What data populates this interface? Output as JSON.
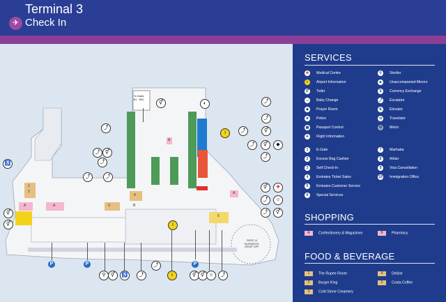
{
  "header": {
    "terminal": "Terminal 3",
    "section": "Check In",
    "icon": "airplane-icon"
  },
  "colors": {
    "header": "#2a3e95",
    "stripe": "#8c3f96",
    "sidebar": "#1f3c8c",
    "map_bg": "#dbe6f1"
  },
  "map": {
    "gates_label": "To Gates\nB1 - B33",
    "dropoff_labels": [
      "FIRST &",
      "BUSINESS",
      "DROP OFF"
    ],
    "shop_codes": [
      "A",
      "A",
      "A",
      "A",
      "B"
    ],
    "fb_codes": [
      "1",
      "2",
      "3",
      "4",
      "5"
    ],
    "parking_label": "P"
  },
  "sidebar": {
    "services_title": "SERVICES",
    "services": [
      {
        "label": "Medical Centre",
        "icon": "medical-cross-icon",
        "col": 0
      },
      {
        "label": "Airport Information",
        "icon": "info-icon",
        "col": 0
      },
      {
        "label": "Toilet",
        "icon": "toilet-icon",
        "col": 0
      },
      {
        "label": "Baby Change",
        "icon": "baby-change-icon",
        "col": 0
      },
      {
        "label": "Prayer Room",
        "icon": "prayer-room-icon",
        "col": 0
      },
      {
        "label": "Police",
        "icon": "police-icon",
        "col": 0
      },
      {
        "label": "Passport Control",
        "icon": "passport-control-icon",
        "col": 0
      },
      {
        "label": "Flight Information",
        "icon": "flight-information-icon",
        "col": 0
      },
      {
        "label": "Stroller",
        "icon": "stroller-icon",
        "col": 1
      },
      {
        "label": "Unaccompanied Minors",
        "icon": "unaccompanied-minors-icon",
        "col": 1
      },
      {
        "label": "Currency Exchange",
        "icon": "currency-exchange-icon",
        "col": 1
      },
      {
        "label": "Escalator",
        "icon": "escalator-icon",
        "col": 1
      },
      {
        "label": "Elevator",
        "icon": "elevator-icon",
        "col": 1
      },
      {
        "label": "Travelator",
        "icon": "travelator-icon",
        "col": 1
      },
      {
        "label": "Metro",
        "icon": "metro-icon",
        "col": 1
      }
    ],
    "numbered_left": [
      {
        "num": "1",
        "label": "E-Gate"
      },
      {
        "num": "2",
        "label": "Excess Bag Cashier"
      },
      {
        "num": "3",
        "label": "Self Check-In"
      },
      {
        "num": "4",
        "label": "Emirates Ticket Sales"
      },
      {
        "num": "5",
        "label": "Emirates Customer Service"
      },
      {
        "num": "6",
        "label": "Special Services"
      }
    ],
    "numbered_right": [
      {
        "num": "7",
        "label": "Marhaba"
      },
      {
        "num": "8",
        "label": "Ahlan"
      },
      {
        "num": "9",
        "label": "Visa Cancellation"
      },
      {
        "num": "10",
        "label": "Immigration Office"
      }
    ],
    "shopping_title": "SHOPPING",
    "shopping": [
      {
        "code": "A",
        "label": "Confectionery & Magazines",
        "color": "#f5b6cf"
      },
      {
        "code": "B",
        "label": "Pharmacy",
        "color": "#f5b6cf"
      }
    ],
    "food_title": "FOOD & BEVERAGE",
    "food": [
      {
        "code": "1",
        "label": "The Rupee Room",
        "color": "#e6c080"
      },
      {
        "code": "2",
        "label": "Burger King",
        "color": "#e6c080"
      },
      {
        "code": "3",
        "label": "Cold Stone Creamery",
        "color": "#e6c080"
      },
      {
        "code": "4",
        "label": "Delizie",
        "color": "#e6c080"
      },
      {
        "code": "5",
        "label": "Costa Coffee",
        "color": "#e6c080"
      }
    ]
  }
}
